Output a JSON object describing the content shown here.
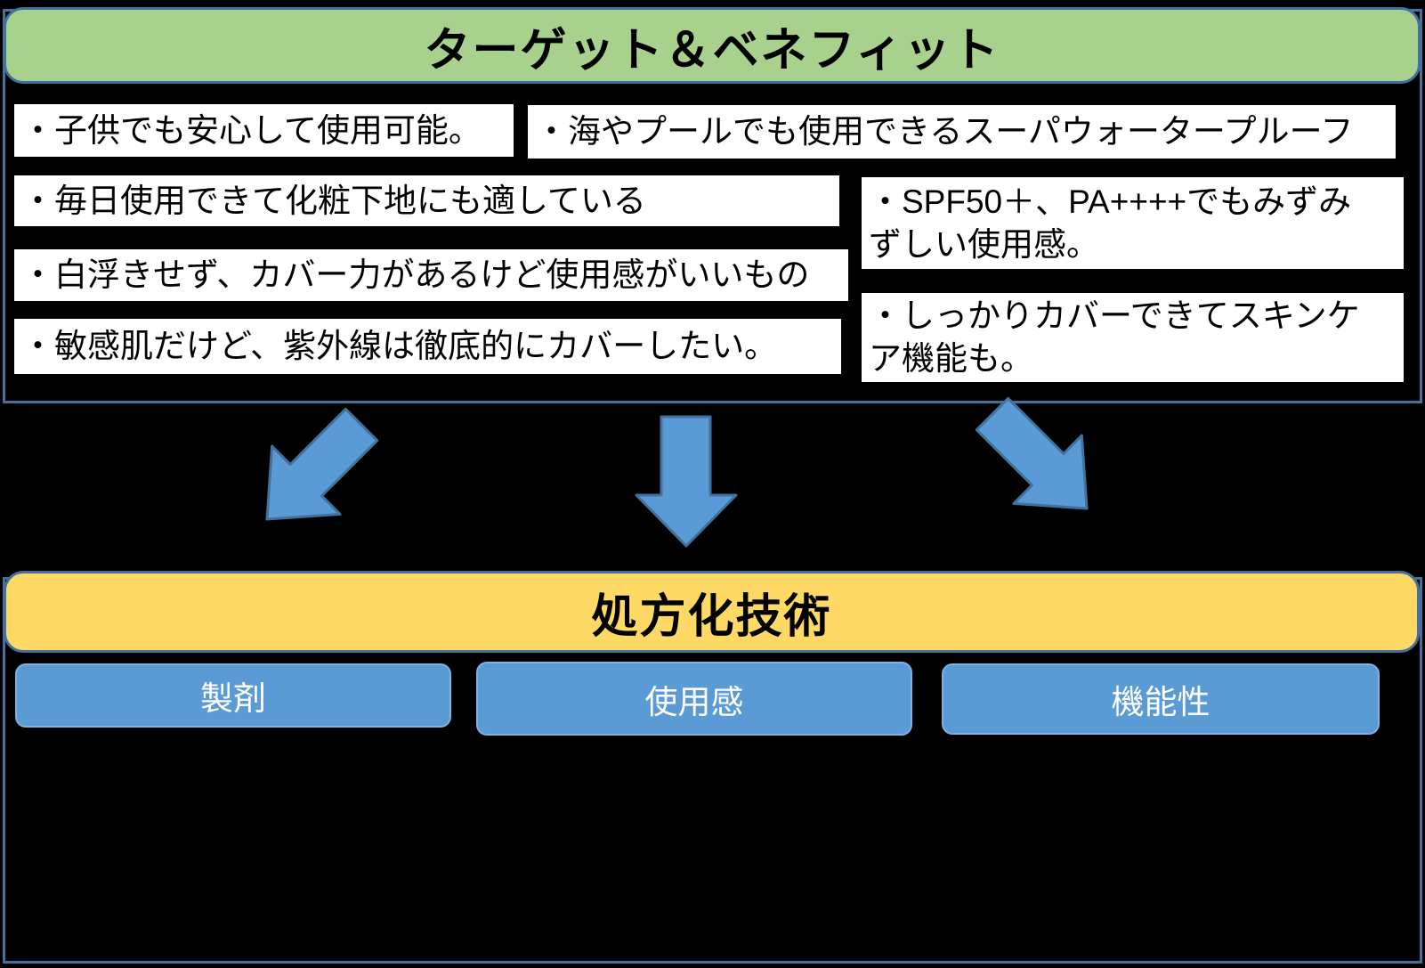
{
  "colors": {
    "background": "#000000",
    "section_border": "#41719c",
    "header_green": "#a9d18e",
    "header_yellow": "#ffd966",
    "item_bg": "#ffffff",
    "item_text": "#000000",
    "arrow_fill": "#5b9bd5",
    "arrow_border": "#41719c",
    "button_fill": "#5b9bd5",
    "button_border": "#7fb2e0",
    "button_text": "#ffffff",
    "title_text": "#000000"
  },
  "target_section": {
    "title": "ターゲット＆ベネフィット",
    "items": [
      {
        "text": "・子供でも安心して使用可能。"
      },
      {
        "text": "・海やプールでも使用できるスーパウォータープルーフ"
      },
      {
        "text": "・毎日使用できて化粧下地にも適している"
      },
      {
        "text": "・SPF50＋、PA++++でもみずみ\nずしい使用感。"
      },
      {
        "text": "・白浮きせず、カバー力があるけど使用感がいいもの"
      },
      {
        "text": "・しっかりカバーできてスキンケ\nア機能も。"
      },
      {
        "text": "・敏感肌だけど、紫外線は徹底的にカバーしたい。"
      }
    ]
  },
  "arrows": [
    {
      "direction": "down-left"
    },
    {
      "direction": "down"
    },
    {
      "direction": "down-right"
    }
  ],
  "formulation_section": {
    "title": "処方化技術",
    "buttons": [
      {
        "label": "製剤"
      },
      {
        "label": "使用感"
      },
      {
        "label": "機能性"
      }
    ]
  }
}
